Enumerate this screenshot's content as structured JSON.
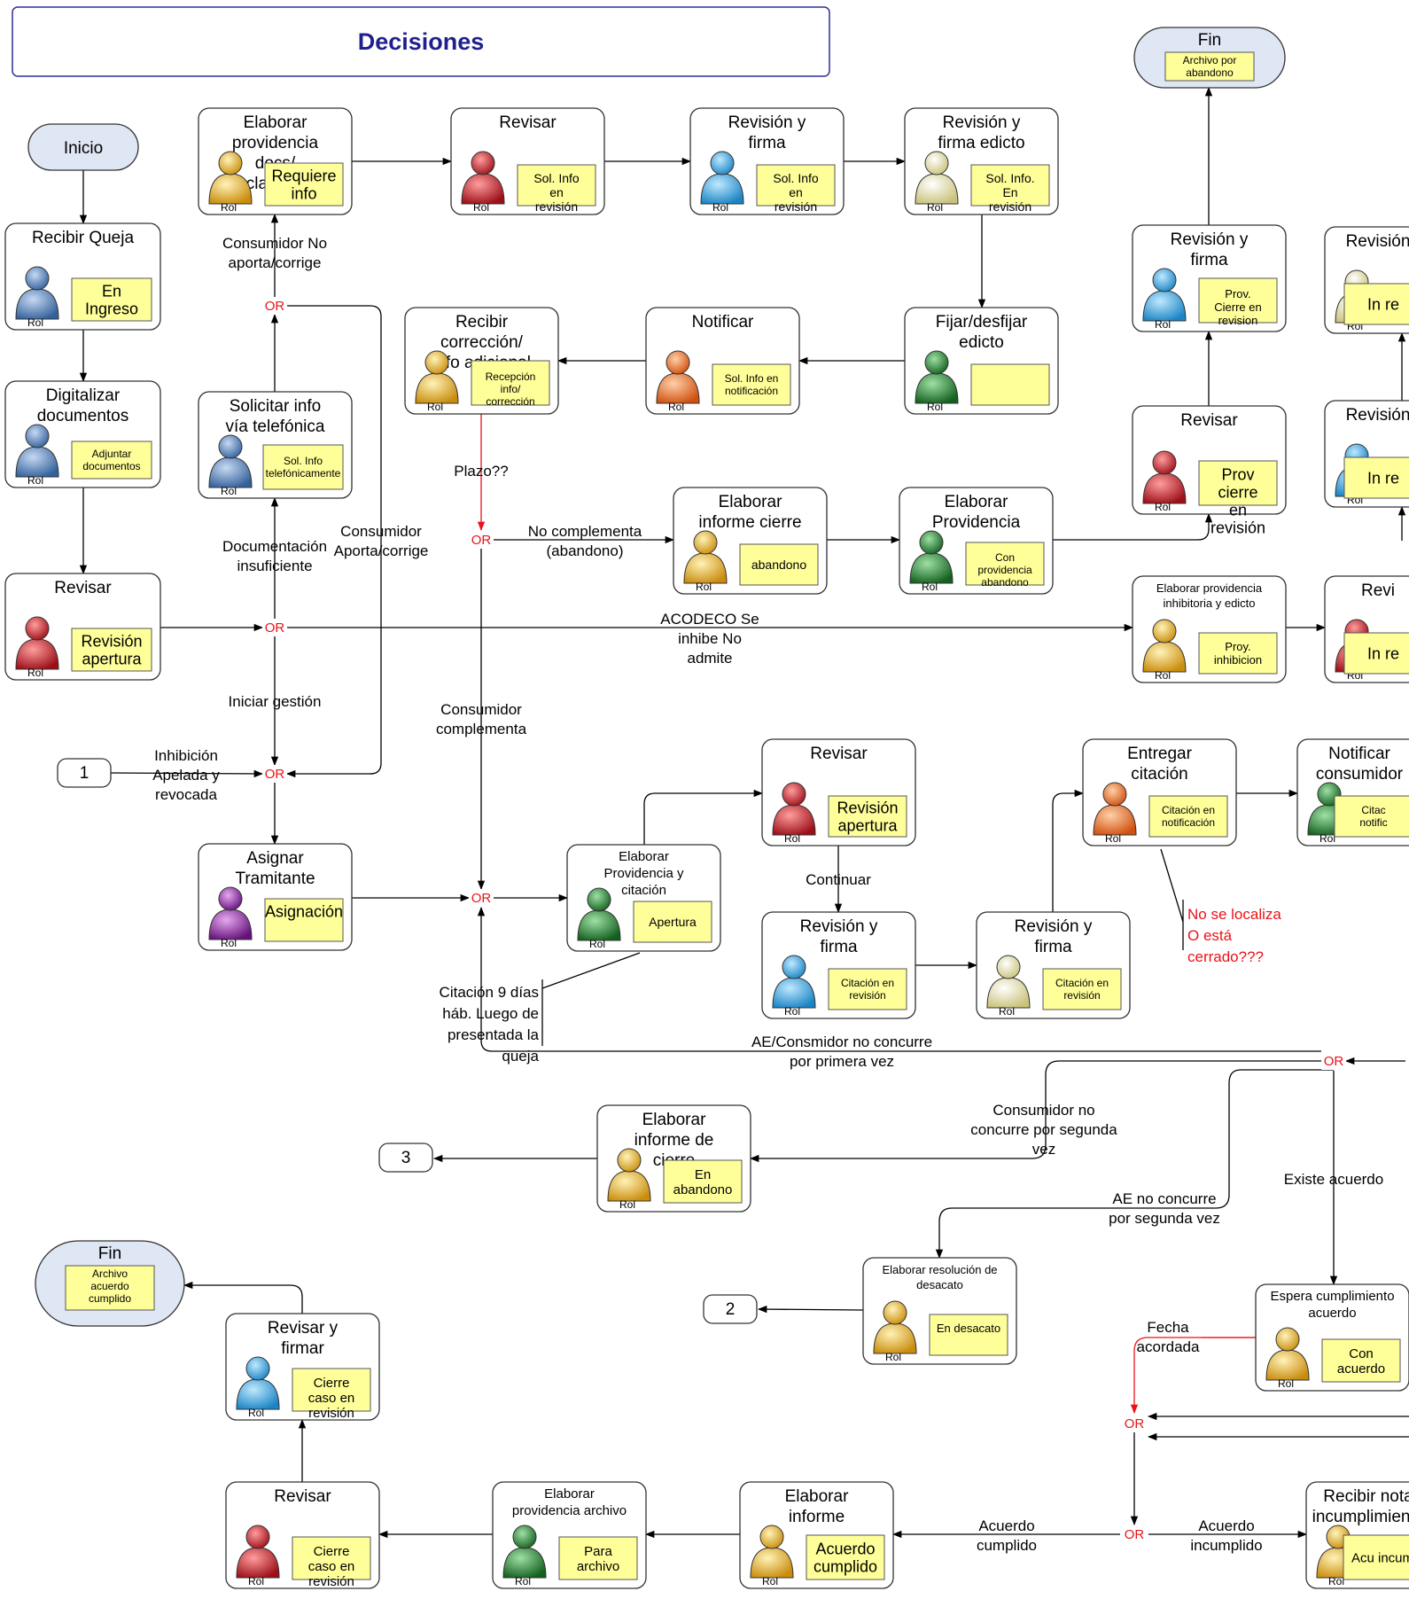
{
  "title": "Decisiones",
  "colors": {
    "rol_blue_light": "#4fb3e8",
    "rol_steel": "#5b86c2",
    "rol_red": "#c8222c",
    "rol_yellow": "#f0b82a",
    "rol_orange": "#f07a2a",
    "rol_green": "#2d8a3a",
    "rol_cream": "#ece7a8",
    "rol_purple": "#8e2aa0",
    "state_fill": "#ffff99",
    "terminal_fill": "#dfe6f4",
    "or_text": "#e8141b"
  },
  "terminals": {
    "inicio": "Inicio",
    "fin_top": {
      "title": "Fin",
      "state": "Archivo por abandono"
    },
    "fin_bottom": {
      "title": "Fin",
      "state": "Archivo acuerdo cumplido"
    }
  },
  "connectors": {
    "c1": "1",
    "c2": "2",
    "c3": "3"
  },
  "tasks": {
    "recibir_queja": {
      "title": "Recibir Queja",
      "state": "En Ingreso",
      "rol": "Rol"
    },
    "digitalizar": {
      "title": "Digitalizar documentos",
      "state": "Adjuntar documentos",
      "rol": "Rol"
    },
    "revisar_1": {
      "title": "Revisar",
      "state": "Revisión apertura",
      "rol": "Rol"
    },
    "elaborar_prov_docs": {
      "title": "Elaborar providencia docs/ aclaración",
      "state": "Requiere info",
      "rol": "Rol"
    },
    "solicitar_info": {
      "title": "Solicitar info vía telefónica",
      "state": "Sol. Info telefónicamente",
      "rol": "Rol"
    },
    "asignar": {
      "title": "Asignar Tramitante",
      "state": "Asignación",
      "rol": "Rol"
    },
    "revisar_2": {
      "title": "Revisar",
      "state": "Sol. Info en revisión",
      "rol": "Rol"
    },
    "revision_firma_1": {
      "title": "Revisión y firma",
      "state": "Sol. Info en revisión",
      "rol": "Rol"
    },
    "revision_firma_edicto": {
      "title": "Revisión y firma edicto",
      "state": "Sol. Info. En revisión",
      "rol": "Rol"
    },
    "fijar_edicto": {
      "title": "Fijar/desfijar edicto",
      "state": "",
      "rol": "Rol"
    },
    "notificar_1": {
      "title": "Notificar",
      "state": "Sol. Info en notificación",
      "rol": "Rol"
    },
    "recibir_correccion": {
      "title": "Recibir corrección/ info adicional",
      "state": "Recepción info/ corrección",
      "rol": "Rol"
    },
    "elaborar_informe_cierre_1": {
      "title": "Elaborar informe cierre",
      "state": "abandono",
      "rol": "Rol"
    },
    "elaborar_providencia": {
      "title": "Elaborar Providencia",
      "state": "Con providencia abandono",
      "rol": "Rol"
    },
    "revisar_3": {
      "title": "Revisar",
      "state": "Prov cierre en revisión",
      "rol": "Rol"
    },
    "revision_firma_2": {
      "title": "Revisión y firma",
      "state": "Prov. Cierre en revision",
      "rol": "Rol"
    },
    "revision_cut_1": {
      "title": "Revisión",
      "state": "In re",
      "rol": "Rol"
    },
    "revision_cut_2": {
      "title": "Revisión",
      "state": "In re",
      "rol": "Rol"
    },
    "elaborar_prov_inhib": {
      "title": "Elaborar providencia inhibitoria y edicto",
      "state": "Proy. inhibicion",
      "rol": "Rol"
    },
    "revisar_cut_3": {
      "title": "Revi",
      "state": "In re",
      "rol": "Rol"
    },
    "elaborar_prov_citacion": {
      "title": "Elaborar Providencia y citación",
      "state": "Apertura",
      "rol": "Rol"
    },
    "revisar_4": {
      "title": "Revisar",
      "state": "Revisión apertura",
      "rol": "Rol"
    },
    "revision_firma_3": {
      "title": "Revisión y firma",
      "state": "Citación en revisión",
      "rol": "Rol"
    },
    "revision_firma_4": {
      "title": "Revisión y firma",
      "state": "Citación en revisión",
      "rol": "Rol"
    },
    "entregar_citacion": {
      "title": "Entregar citación",
      "state": "Citación en notificación",
      "rol": "Rol"
    },
    "notificar_consumidor": {
      "title": "Notificar consumidor",
      "state": "Citac notific",
      "rol": "Rol"
    },
    "elaborar_informe_cierre_2": {
      "title": "Elaborar informe de cierre",
      "state": "En abandono",
      "rol": "Rol"
    },
    "elaborar_resolucion": {
      "title": "Elaborar resolución de desacato",
      "state": "En desacato",
      "rol": "Rol"
    },
    "espera_cumplimiento": {
      "title": "Espera cumplimiento acuerdo",
      "state": "Con acuerdo",
      "rol": "Rol"
    },
    "revisar_firmar": {
      "title": "Revisar y firmar",
      "state": "Cierre caso en revisión",
      "rol": "Rol"
    },
    "revisar_5": {
      "title": "Revisar",
      "state": "Cierre caso en revisión",
      "rol": "Rol"
    },
    "elaborar_prov_archivo": {
      "title": "Elaborar providencia archivo",
      "state": "Para archivo",
      "rol": "Rol"
    },
    "elaborar_informe": {
      "title": "Elaborar informe",
      "state": "Acuerdo cumplido",
      "rol": "Rol"
    },
    "recibir_nota": {
      "title": "Recibir nota incumplimiento",
      "state": "Acu incum",
      "rol": "Rol"
    }
  },
  "gateway_label": "OR",
  "labels": {
    "consumidor_no_aporta": "Consumidor No aporta/corrige",
    "documentacion_insuficiente": "Documentación insuficiente",
    "consumidor_aporta": "Consumidor Aporta/corrige",
    "iniciar_gestion": "Iniciar gestión",
    "inhibicion": "Inhibición Apelada y revocada",
    "plazo": "Plazo??",
    "no_complementa": "No complementa (abandono)",
    "acodeco": "ACODECO Se inhibe No admite",
    "consumidor_complementa": "Consumidor complementa",
    "continuar": "Continuar",
    "no_se_localiza": "No se localiza O está cerrado???",
    "citacion_9_dias": "Citación 9 días háb. Luego de presentada la queja",
    "ae_consumidor": "AE/Consmidor no concurre por primera vez",
    "consumidor_no_concurre": "Consumidor no concurre por segunda vez",
    "ae_no_concurre": "AE no concurre por segunda vez",
    "existe_acuerdo": "Existe acuerdo",
    "fecha_acordada": "Fecha acordada",
    "acuerdo_cumplido": "Acuerdo cumplido",
    "acuerdo_incumplido": "Acuerdo incumplido"
  }
}
